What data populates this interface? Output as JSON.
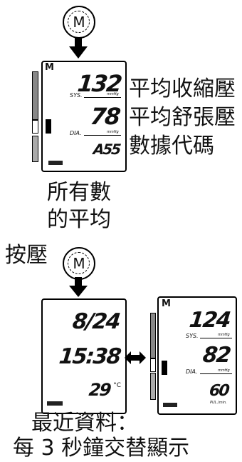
{
  "button_label": "M",
  "panel1": {
    "memory_flag": "M",
    "sys_label": "SYS.",
    "dia_label": "DIA.",
    "unit": "mmHg",
    "sys_value": "132",
    "dia_value": "78",
    "code_value": "A55"
  },
  "callouts": [
    "平均收縮壓",
    "平均舒張壓",
    "數據代碼"
  ],
  "caption1_line1": "所有數",
  "caption1_line2": "的平均",
  "press_label": "按壓",
  "panel2": {
    "date": "8/24",
    "time": "15:38",
    "temp": "29",
    "temp_unit": "°C"
  },
  "panel3": {
    "memory_flag": "M",
    "sys_label": "SYS.",
    "dia_label": "DIA.",
    "unit": "mmHg",
    "pul_label": "PUL./min.",
    "sys_value": "124",
    "dia_value": "82",
    "pul_value": "60"
  },
  "caption2_line1": "最近資料：",
  "caption2_line2": "每 3 秒鐘交替顯示"
}
